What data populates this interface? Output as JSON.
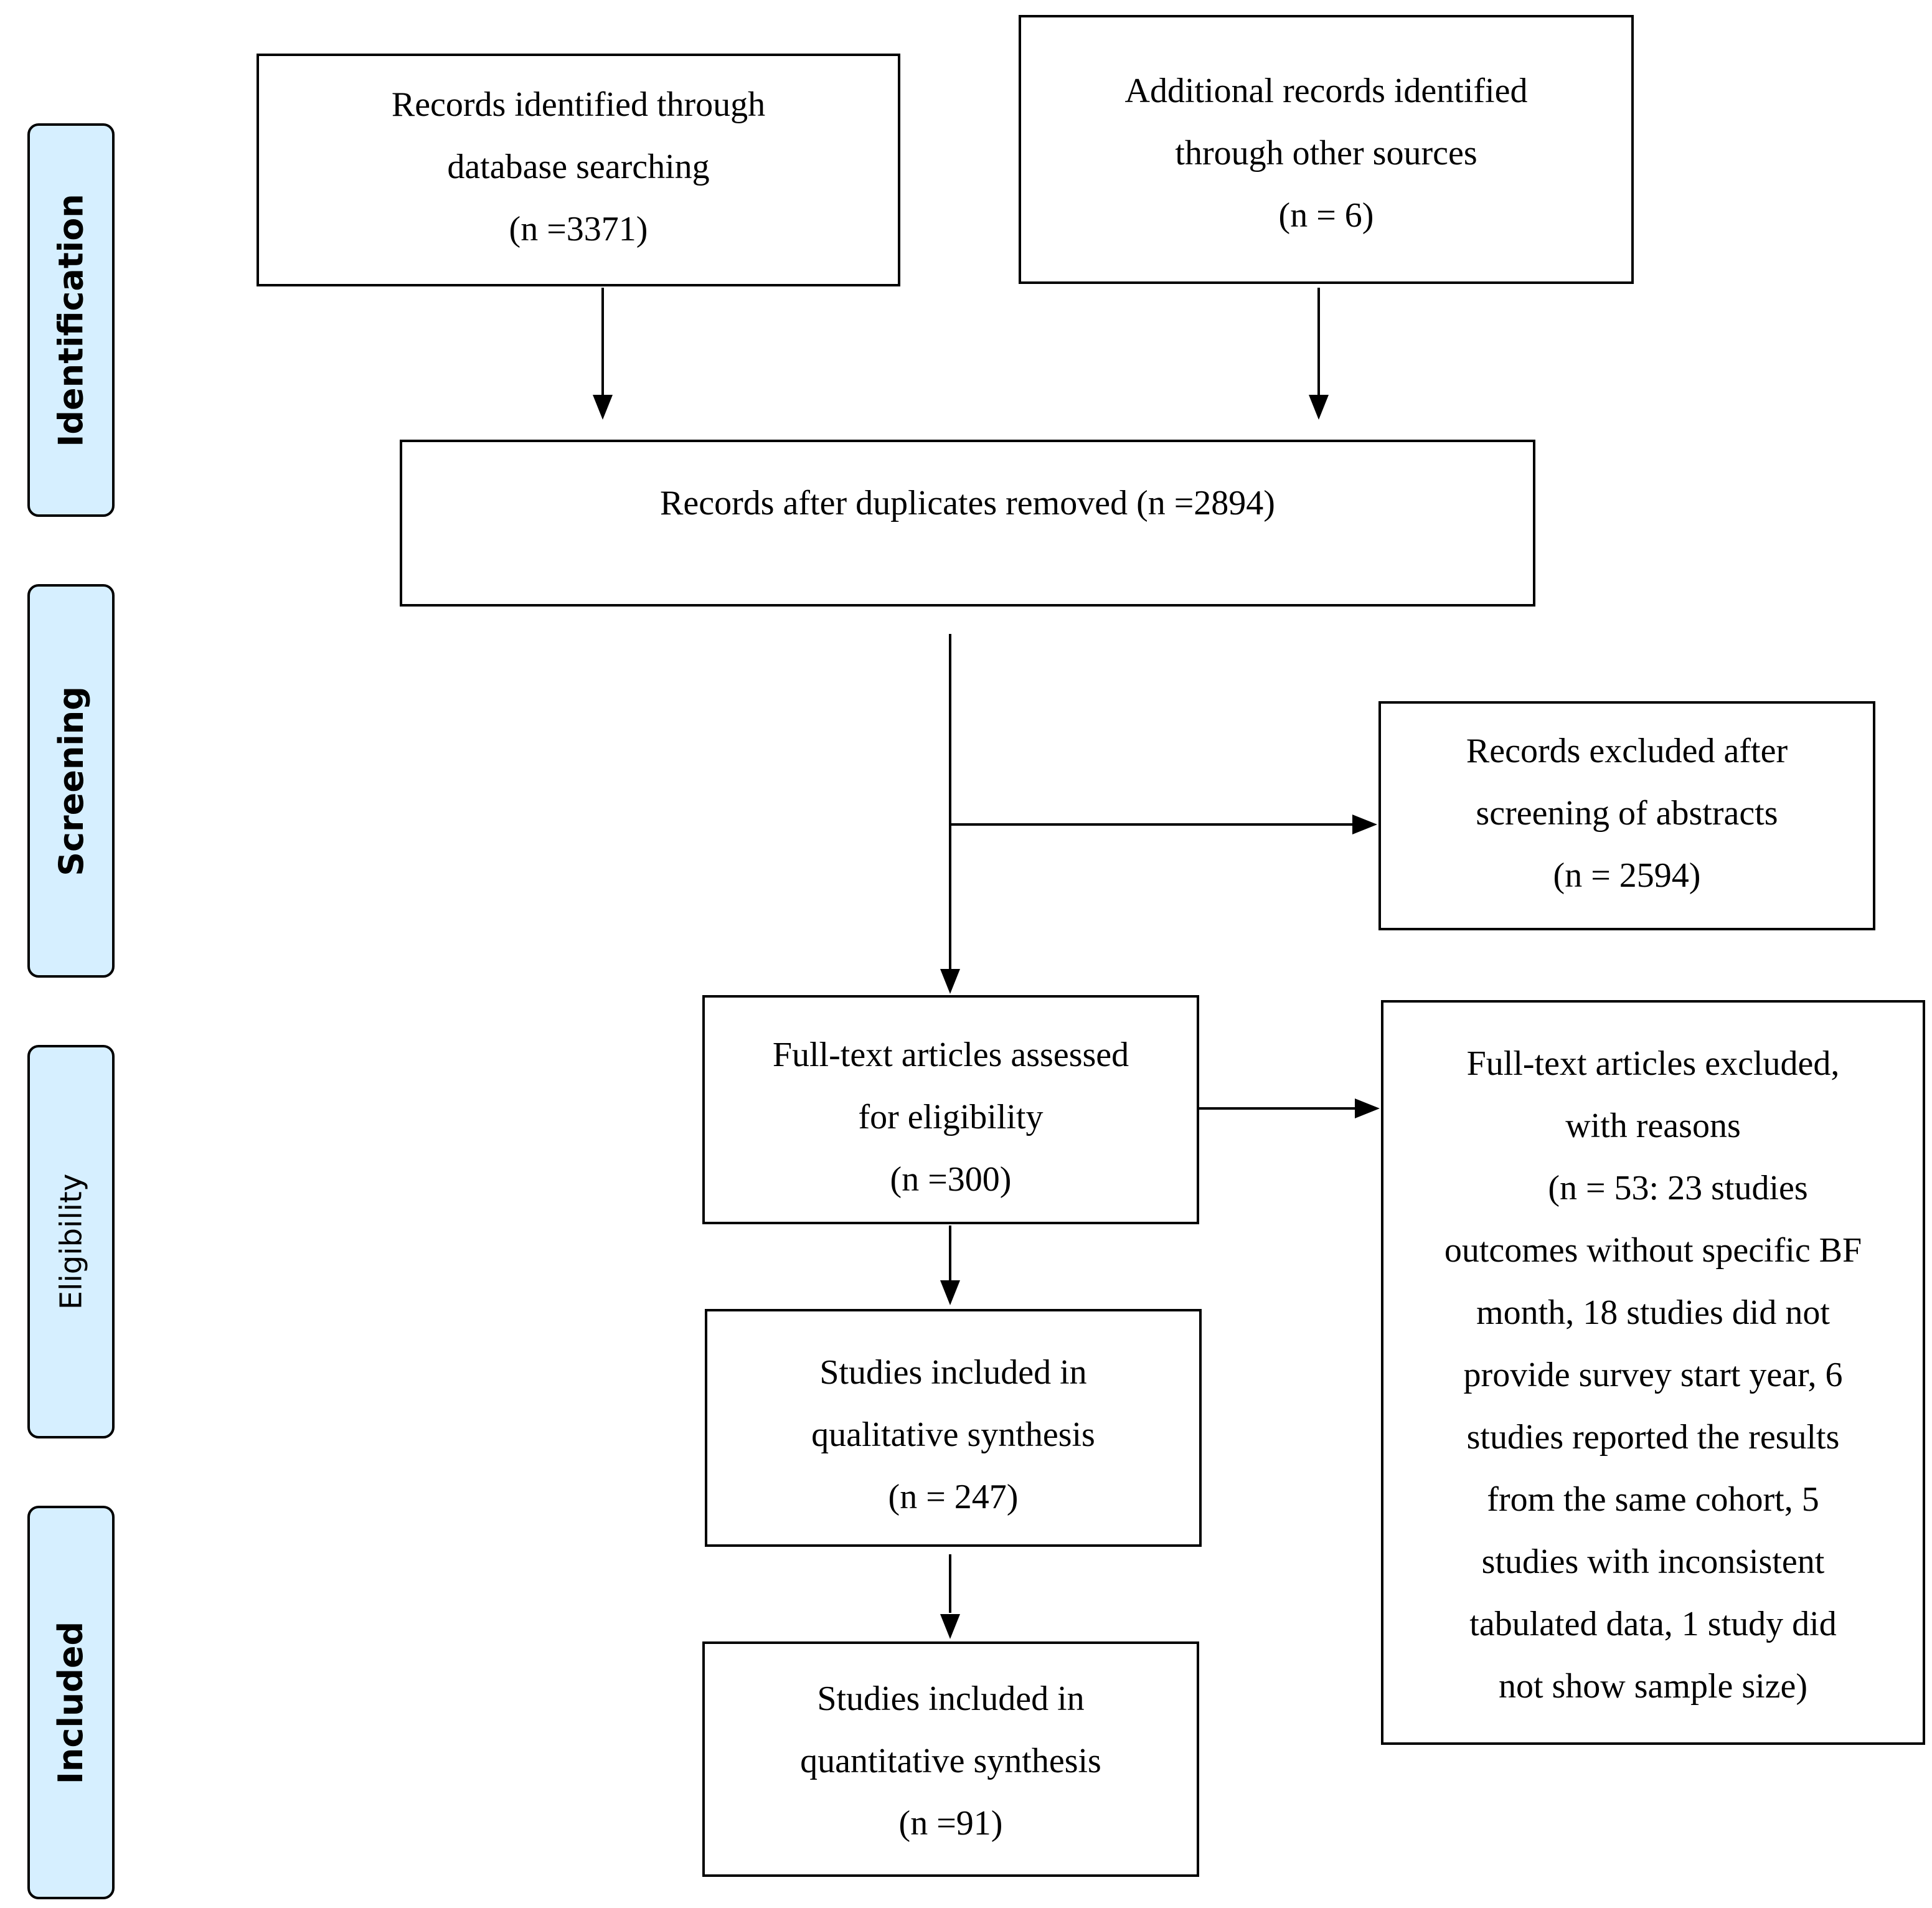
{
  "stages": {
    "identification": "Identification",
    "screening": "Screening",
    "eligibility": "Eligibility",
    "included": "Included"
  },
  "boxes": {
    "database_records": {
      "line1": "Records identified through",
      "line2": "database searching",
      "line3": "(n =3371)"
    },
    "other_sources": {
      "line1": "Additional records identified",
      "line2": "through other sources",
      "line3": "(n = 6)"
    },
    "after_duplicates": {
      "line1": "Records after duplicates removed (n =2894)"
    },
    "excluded_abstracts": {
      "line1": "Records excluded after",
      "line2": "screening of abstracts",
      "line3": "(n = 2594)"
    },
    "fulltext_assessed": {
      "line1": "Full-text articles assessed",
      "line2": "for eligibility",
      "line3": "(n =300)"
    },
    "fulltext_excluded": {
      "line1": "Full-text articles excluded,",
      "line2": "with reasons",
      "line3": "(n = 53: 23 studies",
      "line4": "outcomes without specific BF",
      "line5": "month, 18 studies did not",
      "line6": "provide survey start year, 6",
      "line7": "studies reported the results",
      "line8": "from the same cohort, 5",
      "line9": "studies with inconsistent",
      "line10": "tabulated data, 1 study did",
      "line11": "not show sample size)"
    },
    "qualitative": {
      "line1": "Studies included in",
      "line2": "qualitative synthesis",
      "line3": "(n = 247)"
    },
    "quantitative": {
      "line1": "Studies included in",
      "line2": "quantitative synthesis",
      "line3": "(n =91)"
    }
  },
  "colors": {
    "stage_fill": "#d6efff",
    "stroke": "#000000"
  }
}
